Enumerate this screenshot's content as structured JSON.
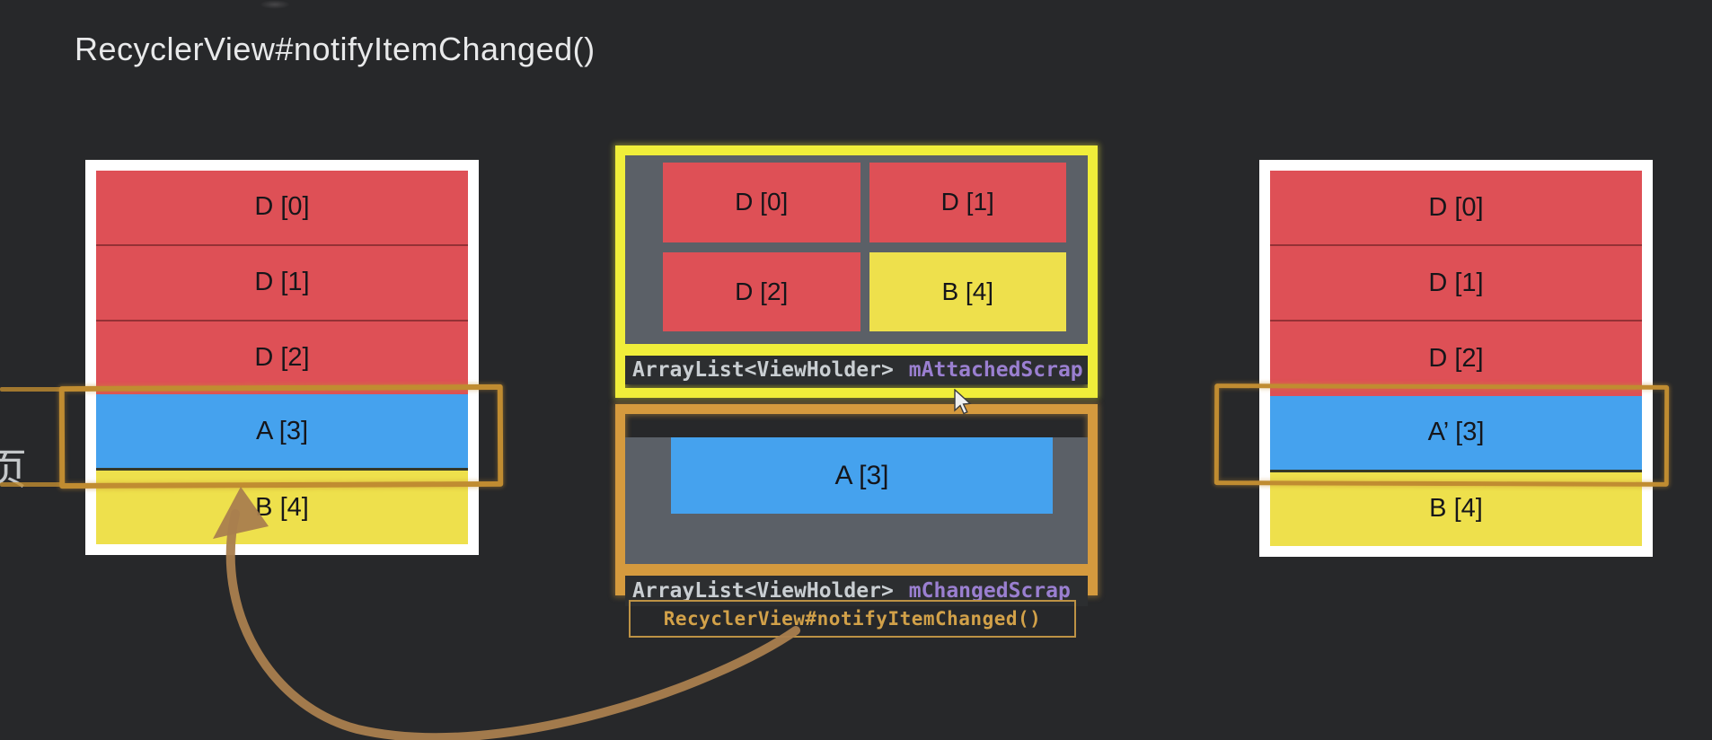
{
  "title": "RecyclerView#notifyItemChanged()",
  "edge_fragment": "页",
  "colors": {
    "background": "#27282a",
    "title_text": "#e8e9ea",
    "edge_text": "#c4c7c9",
    "red": "#de5056",
    "blue": "#45a2ee",
    "yellow": "#eee04c",
    "slate": "#5b6067",
    "strip_bg": "#2c2e30",
    "code_text": "#c9ced2",
    "member_purple": "#9a7fd0",
    "method_orange": "#d2a149",
    "scribble_yellow": "#f0ee3a",
    "scribble_orange": "#d59a3e",
    "highlight_orange": "#c08c31",
    "arrow_brown": "#a97e4e"
  },
  "left_list": {
    "rows": [
      {
        "label": "D [0]",
        "color": "#de5056"
      },
      {
        "label": "D [1]",
        "color": "#de5056"
      },
      {
        "label": "D [2]",
        "color": "#de5056"
      },
      {
        "label": "A [3]",
        "color": "#45a2ee"
      },
      {
        "label": "B [4]",
        "color": "#eee04c"
      }
    ]
  },
  "right_list": {
    "rows": [
      {
        "label": "D [0]",
        "color": "#de5056"
      },
      {
        "label": "D [1]",
        "color": "#de5056"
      },
      {
        "label": "D [2]",
        "color": "#de5056"
      },
      {
        "label": "A’ [3]",
        "color": "#45a2ee"
      },
      {
        "label": "B [4]",
        "color": "#eee04c"
      }
    ]
  },
  "attached_scrap": {
    "type_label": "ArrayList<ViewHolder>",
    "member_label": "mAttachedScrap",
    "cells": [
      {
        "label": "D [0]",
        "color": "#de5056"
      },
      {
        "label": "D [1]",
        "color": "#de5056"
      },
      {
        "label": "D [2]",
        "color": "#de5056"
      },
      {
        "label": "B [4]",
        "color": "#eee04c"
      }
    ]
  },
  "changed_scrap": {
    "type_label": "ArrayList<ViewHolder>",
    "member_label": "mChangedScrap",
    "cells": [
      {
        "label": "A [3]",
        "color": "#45a2ee"
      }
    ]
  },
  "method_box_label": "RecyclerView#notifyItemChanged()"
}
